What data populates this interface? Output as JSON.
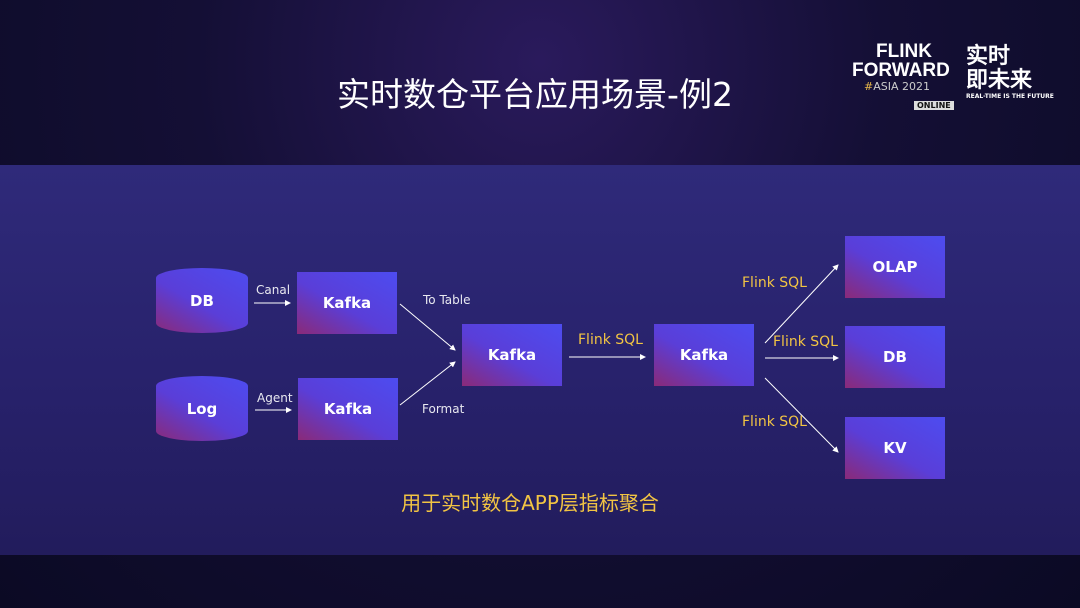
{
  "title": "实时数仓平台应用场景-例2",
  "logo": {
    "line1": "FLINK",
    "line2": "FORWARD",
    "asia_hash": "#",
    "asia": "ASIA 2021",
    "online": "ONLINE",
    "zh1": "实时",
    "zh2": "即未来",
    "en": "REAL-TIME IS THE FUTURE"
  },
  "nodes": {
    "db_src": "DB",
    "log_src": "Log",
    "kafka1": "Kafka",
    "kafka2": "Kafka",
    "kafka3": "Kafka",
    "kafka4": "Kafka",
    "olap": "OLAP",
    "db_sink": "DB",
    "kv": "KV"
  },
  "edges": {
    "canal": "Canal",
    "agent": "Agent",
    "to_table": "To Table",
    "format": "Format",
    "flink1": "Flink SQL",
    "flink_olap": "Flink SQL",
    "flink_db": "Flink SQL",
    "flink_kv": "Flink SQL"
  },
  "footer": "用于实时数仓APP层指标聚合"
}
